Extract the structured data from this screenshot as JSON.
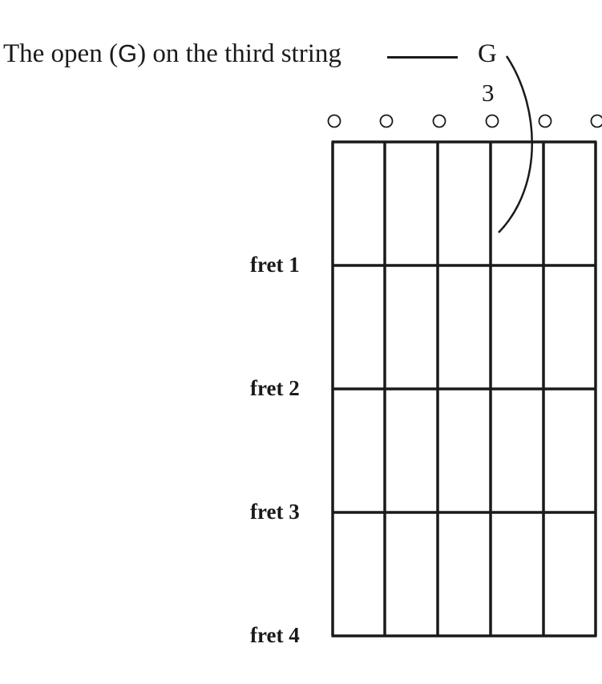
{
  "caption": {
    "before": "The open (",
    "note": "G",
    "after": ") on the third string"
  },
  "string_callout": {
    "note": "G",
    "number": "3"
  },
  "strings": {
    "count": 6,
    "open": [
      true,
      true,
      true,
      true,
      true,
      true
    ],
    "highlighted_string": 3
  },
  "frets": [
    {
      "label": "fret 1"
    },
    {
      "label": "fret 2"
    },
    {
      "label": "fret 3"
    },
    {
      "label": "fret 4"
    }
  ],
  "colors": {
    "ink": "#1a1a1a",
    "background": "#ffffff"
  }
}
